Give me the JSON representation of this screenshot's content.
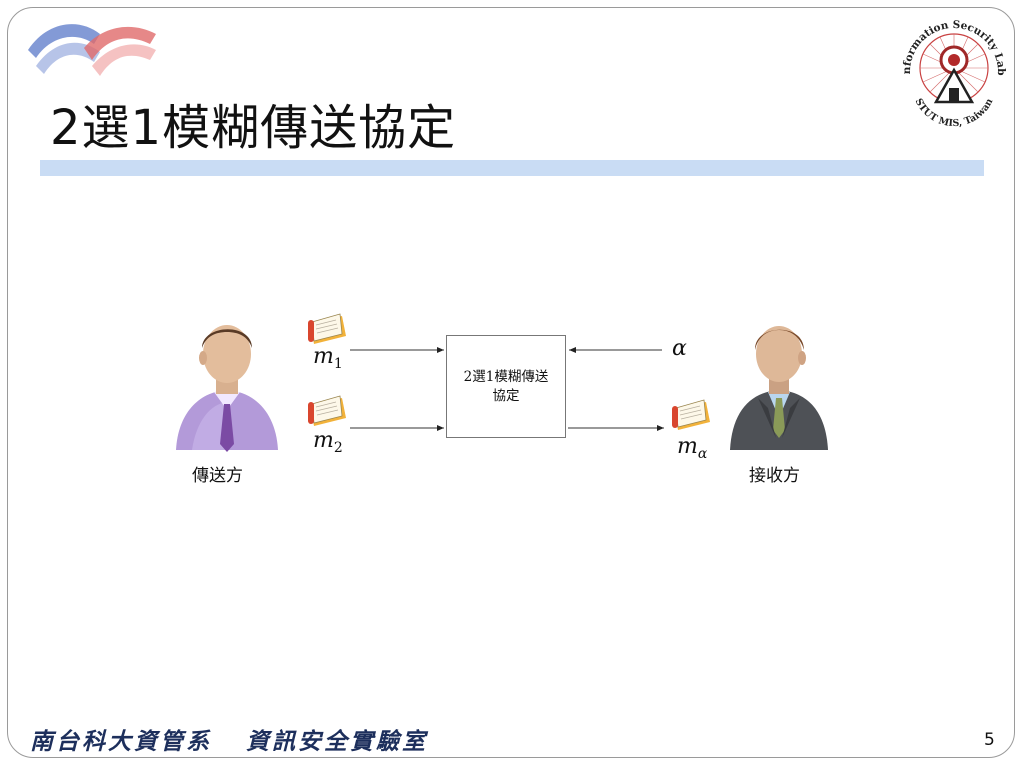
{
  "slide": {
    "title": "2選1模糊傳送協定",
    "page_number": "5"
  },
  "header": {
    "corner_logo_icon": "red-blue-wave-logo-icon",
    "lab_seal": {
      "icon": "information-security-lab-seal-icon",
      "text_top": "Information Security Lab.",
      "text_bottom": "STUT MIS, Taiwan"
    }
  },
  "diagram": {
    "protocol_box": {
      "line1": "2選1模糊傳送",
      "line2": "協定"
    },
    "sender": {
      "label": "傳送方",
      "icon": "businessman-purple-shirt-icon"
    },
    "receiver": {
      "label": "接收方",
      "icon": "businessman-gray-suit-icon"
    },
    "inputs": {
      "m1": {
        "base": "m",
        "sub": "1",
        "icon": "message-scroll-icon"
      },
      "m2": {
        "base": "m",
        "sub": "2",
        "icon": "message-scroll-icon"
      },
      "choice": {
        "symbol": "α"
      }
    },
    "output": {
      "base": "m",
      "sub": "α",
      "icon": "message-scroll-icon"
    }
  },
  "footer": {
    "left_text": "南台科大資管系",
    "right_text": "資訊安全實驗室"
  },
  "colors": {
    "title_underline": "#c9dcf4",
    "footer_text": "#1d2f5c",
    "frame_border": "#9a9a9a"
  }
}
